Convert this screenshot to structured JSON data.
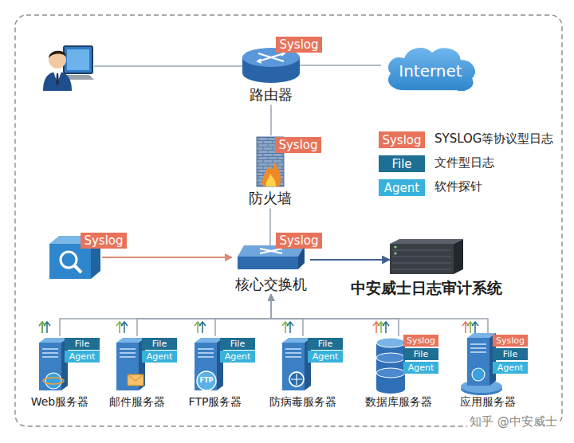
{
  "diagram": {
    "nodes": [
      {
        "text": []
      },
      {
        "text": [
          "路由器"
        ]
      },
      {
        "text": [
          "Syslog"
        ],
        "in": 1
      },
      {
        "text": [
          "Internet"
        ]
      },
      {
        "text": [
          "防火墙"
        ]
      },
      {
        "text": [
          "Syslog"
        ],
        "in": 4
      },
      {
        "text": []
      },
      {
        "text": [
          "Syslog"
        ],
        "in": 6
      },
      {
        "text": [
          "核心交换机"
        ]
      },
      {
        "text": [
          "Syslog"
        ],
        "in": 8
      },
      {
        "text": [
          "中安威士日志审计系统"
        ]
      },
      {
        "text": [
          "Web服务器"
        ]
      },
      {
        "text": [
          "File"
        ],
        "in": 11
      },
      {
        "text": [
          "Agent"
        ],
        "in": 11
      },
      {
        "text": [
          "邮件服务器"
        ]
      },
      {
        "text": [
          "File"
        ],
        "in": 14
      },
      {
        "text": [
          "Agent"
        ],
        "in": 14
      },
      {
        "text": [
          "FTP服务器"
        ]
      },
      {
        "text": [
          "File"
        ],
        "in": 17
      },
      {
        "text": [
          "Agent"
        ],
        "in": 17
      },
      {
        "text": [
          "防病毒服务器"
        ]
      },
      {
        "text": [
          "File"
        ],
        "in": 20
      },
      {
        "text": [
          "Agent"
        ],
        "in": 20
      },
      {
        "text": [
          "数据库服务器"
        ]
      },
      {
        "text": [
          "Syslog"
        ],
        "in": 23
      },
      {
        "text": [
          "File"
        ],
        "in": 23
      },
      {
        "text": [
          "Agent"
        ],
        "in": 23
      },
      {
        "text": [
          "应用服务器"
        ]
      },
      {
        "text": [
          "Syslog"
        ],
        "in": 27
      },
      {
        "text": [
          "File"
        ],
        "in": 27
      },
      {
        "text": [
          "Agent"
        ],
        "in": 27
      }
    ],
    "edges": [
      {
        "from": 0,
        "to": 1,
        "arrow": "none"
      },
      {
        "from": 1,
        "to": 3,
        "arrow": "none"
      },
      {
        "from": 1,
        "to": 4,
        "arrow": "none"
      },
      {
        "from": 4,
        "to": 8,
        "arrow": "none"
      },
      {
        "from": 6,
        "to": 8,
        "arrow": "to"
      },
      {
        "from": 8,
        "to": 10,
        "arrow": "to"
      },
      {
        "from": 11,
        "to": 8,
        "arrow": "to"
      },
      {
        "from": 14,
        "to": 8,
        "arrow": "to"
      },
      {
        "from": 17,
        "to": 8,
        "arrow": "to"
      },
      {
        "from": 20,
        "to": 8,
        "arrow": "to"
      },
      {
        "from": 23,
        "to": 8,
        "arrow": "to"
      },
      {
        "from": 27,
        "to": 8,
        "arrow": "to"
      }
    ],
    "labels": [
      "Syslog",
      "File",
      "Agent",
      "FTP",
      "知乎 @中安威士"
    ],
    "legend": [
      {
        "text": "SYSLOG等协议型日志",
        "color": "#e8735a"
      },
      {
        "text": "文件型日志",
        "color": "#1f6f94"
      },
      {
        "text": "软件探针",
        "color": "#38b2dc"
      }
    ]
  }
}
